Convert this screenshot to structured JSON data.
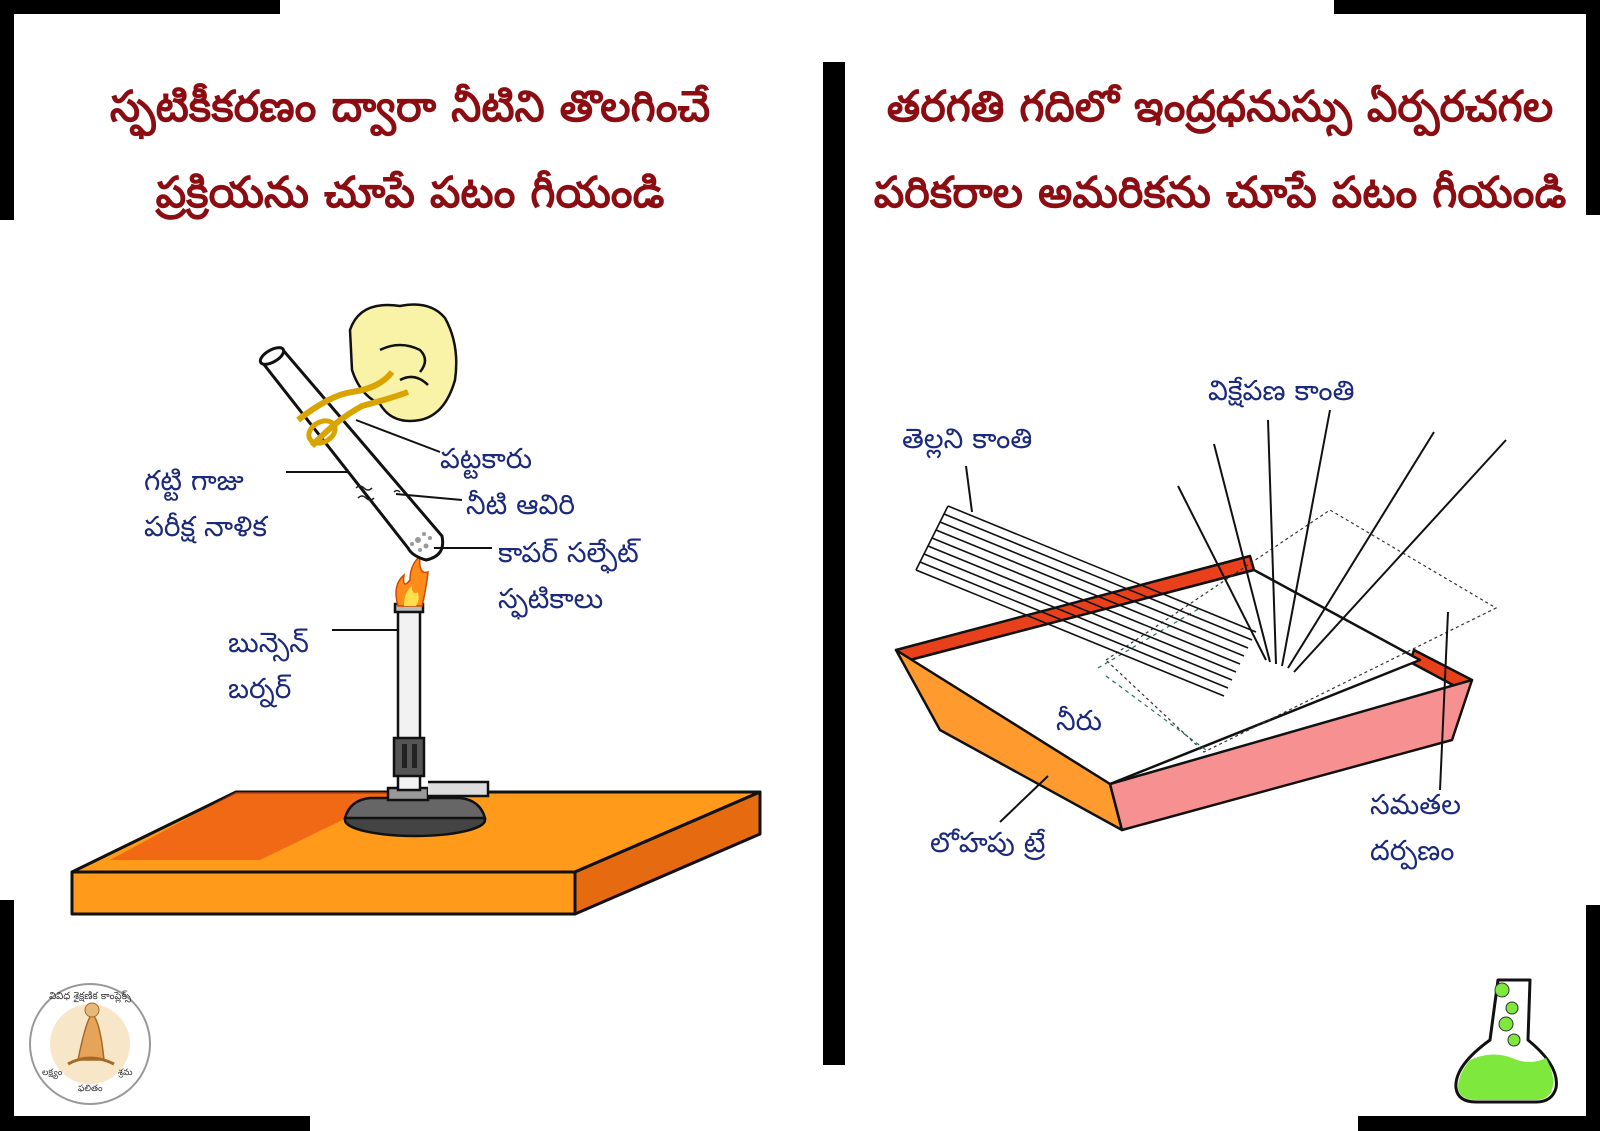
{
  "left_panel": {
    "title_line1": "స్ఫటికీకరణం ద్వారా నీటిని తొలగించే",
    "title_line2": "ప్రక్రియను చూపే పటం గీయండి",
    "labels": {
      "tube_line1": "గట్టి గాజు",
      "tube_line2": "పరీక్ష నాళిక",
      "holder": "పట్టకారు",
      "vapour": "నీటి ఆవిరి",
      "crystals_line1": "కాపర్ సల్ఫేట్",
      "crystals_line2": "స్ఫటికాలు",
      "burner_line1": "బున్సెన్",
      "burner_line2": "బర్నర్"
    }
  },
  "right_panel": {
    "title_line1": "తరగతి గదిలో ఇంద్రధనుస్సు ఏర్పరచగల",
    "title_line2": "పరికరాల అమరికను చూపే పటం గీయండి",
    "labels": {
      "white_light": "తెల్లని కాంతి",
      "dispersed_light": "విక్షేపణ కాంతి",
      "water": "నీరు",
      "tray": "లోహపు ట్రే",
      "mirror_line1": "సమతల",
      "mirror_line2": "దర్పణం"
    }
  },
  "logo": {
    "ring_text": "వివిధ శైక్షణిక కాంప్లెక్స్",
    "bottom_left": "లక్ష్యం",
    "bottom_right": "శ్రమ",
    "bottom": "ఫలితం"
  },
  "colors": {
    "title": "#8b0d12",
    "label": "#1b2a7a",
    "table_top": "#ff9a1a",
    "table_side": "#e66a10",
    "tray_red": "#e8401a",
    "tray_orange": "#ff9b2e",
    "tray_pink": "#f79090",
    "flask_green": "#7ee83c"
  }
}
